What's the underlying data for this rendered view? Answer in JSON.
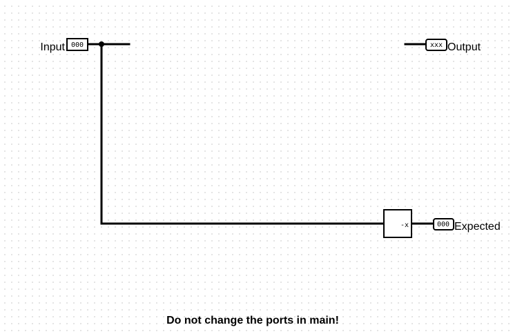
{
  "circuit": {
    "input_pin": {
      "label": "Input",
      "value": "000"
    },
    "output_pin": {
      "label": "Output",
      "value": "xxx"
    },
    "expected_pin": {
      "label": "Expected",
      "value": "000"
    },
    "negator": {
      "label": "-x"
    },
    "note": "Do not change the ports in main!"
  }
}
